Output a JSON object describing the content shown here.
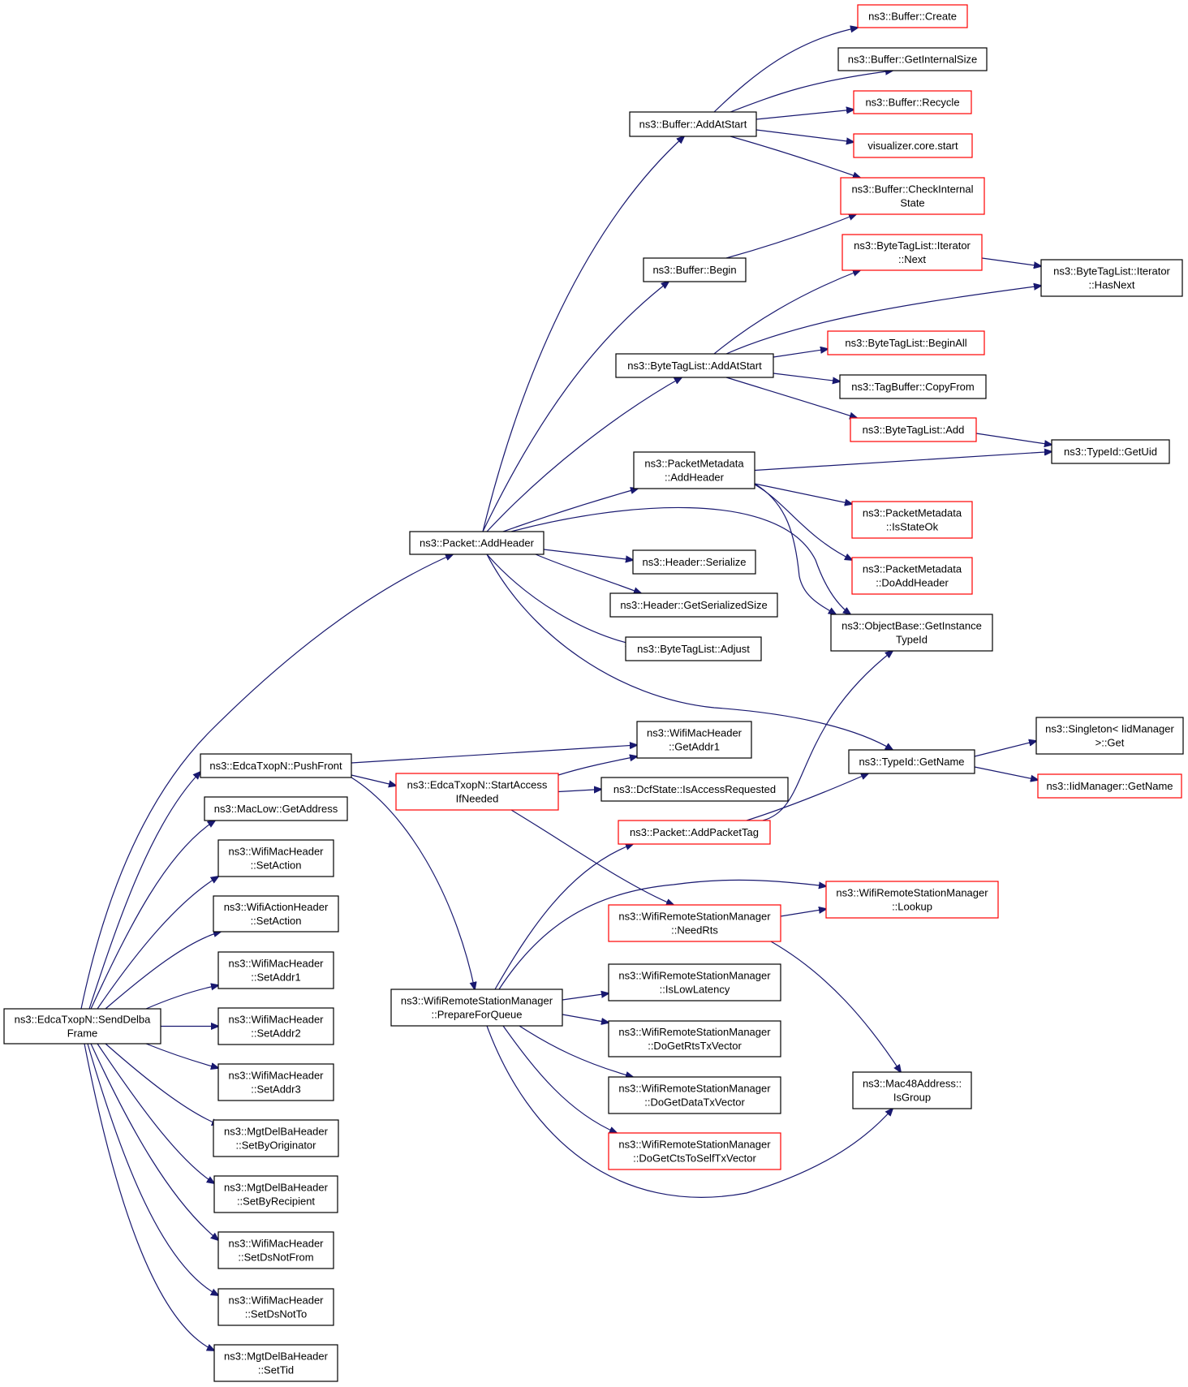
{
  "colors": {
    "edge": "#191970",
    "normal_border": "#000000",
    "truncated_border": "#ff0000",
    "root_fill": "#bfbfbf",
    "background": "#ffffff"
  },
  "nodes": [
    {
      "id": "send_delba",
      "lines": [
        "ns3::EdcaTxopN::SendDelba",
        "Frame"
      ],
      "style": "root"
    },
    {
      "id": "packet_addheader",
      "lines": [
        "ns3::Packet::AddHeader"
      ],
      "style": "normal"
    },
    {
      "id": "edca_pushfront",
      "lines": [
        "ns3::EdcaTxopN::PushFront"
      ],
      "style": "normal"
    },
    {
      "id": "maclow_getaddress",
      "lines": [
        "ns3::MacLow::GetAddress"
      ],
      "style": "normal"
    },
    {
      "id": "wmh_setaction",
      "lines": [
        "ns3::WifiMacHeader",
        "::SetAction"
      ],
      "style": "normal"
    },
    {
      "id": "wah_setaction",
      "lines": [
        "ns3::WifiActionHeader",
        "::SetAction"
      ],
      "style": "normal"
    },
    {
      "id": "wmh_setaddr1",
      "lines": [
        "ns3::WifiMacHeader",
        "::SetAddr1"
      ],
      "style": "normal"
    },
    {
      "id": "wmh_setaddr2",
      "lines": [
        "ns3::WifiMacHeader",
        "::SetAddr2"
      ],
      "style": "normal"
    },
    {
      "id": "wmh_setaddr3",
      "lines": [
        "ns3::WifiMacHeader",
        "::SetAddr3"
      ],
      "style": "normal"
    },
    {
      "id": "mgt_setbyoriginator",
      "lines": [
        "ns3::MgtDelBaHeader",
        "::SetByOriginator"
      ],
      "style": "normal"
    },
    {
      "id": "mgt_setbyrecipient",
      "lines": [
        "ns3::MgtDelBaHeader",
        "::SetByRecipient"
      ],
      "style": "normal"
    },
    {
      "id": "wmh_setdsnotfrom",
      "lines": [
        "ns3::WifiMacHeader",
        "::SetDsNotFrom"
      ],
      "style": "normal"
    },
    {
      "id": "wmh_setdsnotto",
      "lines": [
        "ns3::WifiMacHeader",
        "::SetDsNotTo"
      ],
      "style": "normal"
    },
    {
      "id": "mgt_settid",
      "lines": [
        "ns3::MgtDelBaHeader",
        "::SetTid"
      ],
      "style": "normal"
    },
    {
      "id": "buffer_addatstart",
      "lines": [
        "ns3::Buffer::AddAtStart"
      ],
      "style": "normal"
    },
    {
      "id": "buffer_begin",
      "lines": [
        "ns3::Buffer::Begin"
      ],
      "style": "normal"
    },
    {
      "id": "btl_addatstart",
      "lines": [
        "ns3::ByteTagList::AddAtStart"
      ],
      "style": "normal"
    },
    {
      "id": "pm_addheader",
      "lines": [
        "ns3::PacketMetadata",
        "::AddHeader"
      ],
      "style": "normal"
    },
    {
      "id": "header_serialize",
      "lines": [
        "ns3::Header::Serialize"
      ],
      "style": "normal"
    },
    {
      "id": "header_getserializedsize",
      "lines": [
        "ns3::Header::GetSerializedSize"
      ],
      "style": "normal"
    },
    {
      "id": "btl_adjust",
      "lines": [
        "ns3::ByteTagList::Adjust"
      ],
      "style": "normal"
    },
    {
      "id": "wmh_getaddr1",
      "lines": [
        "ns3::WifiMacHeader",
        "::GetAddr1"
      ],
      "style": "normal"
    },
    {
      "id": "edca_startaccess",
      "lines": [
        "ns3::EdcaTxopN::StartAccess",
        "IfNeeded"
      ],
      "style": "truncated"
    },
    {
      "id": "dcf_isaccessrequested",
      "lines": [
        "ns3::DcfState::IsAccessRequested"
      ],
      "style": "normal"
    },
    {
      "id": "packet_addpackettag",
      "lines": [
        "ns3::Packet::AddPacketTag"
      ],
      "style": "truncated"
    },
    {
      "id": "wrsm_needrts",
      "lines": [
        "ns3::WifiRemoteStationManager",
        "::NeedRts"
      ],
      "style": "truncated"
    },
    {
      "id": "wrsm_prepareforqueue",
      "lines": [
        "ns3::WifiRemoteStationManager",
        "::PrepareForQueue"
      ],
      "style": "normal"
    },
    {
      "id": "wrsm_islowlatency",
      "lines": [
        "ns3::WifiRemoteStationManager",
        "::IsLowLatency"
      ],
      "style": "normal"
    },
    {
      "id": "wrsm_dogetrtstxvector",
      "lines": [
        "ns3::WifiRemoteStationManager",
        "::DoGetRtsTxVector"
      ],
      "style": "normal"
    },
    {
      "id": "wrsm_dogetdatatxvector",
      "lines": [
        "ns3::WifiRemoteStationManager",
        "::DoGetDataTxVector"
      ],
      "style": "normal"
    },
    {
      "id": "wrsm_dogetctstoselftxvector",
      "lines": [
        "ns3::WifiRemoteStationManager",
        "::DoGetCtsToSelfTxVector"
      ],
      "style": "truncated"
    },
    {
      "id": "buffer_create",
      "lines": [
        "ns3::Buffer::Create"
      ],
      "style": "truncated"
    },
    {
      "id": "buffer_getinternalsize",
      "lines": [
        "ns3::Buffer::GetInternalSize"
      ],
      "style": "normal"
    },
    {
      "id": "buffer_recycle",
      "lines": [
        "ns3::Buffer::Recycle"
      ],
      "style": "truncated"
    },
    {
      "id": "visualizer_core_start",
      "lines": [
        "visualizer.core.start"
      ],
      "style": "truncated"
    },
    {
      "id": "buffer_checkinternalstate",
      "lines": [
        "ns3::Buffer::CheckInternal",
        "State"
      ],
      "style": "truncated"
    },
    {
      "id": "btl_iterator_next",
      "lines": [
        "ns3::ByteTagList::Iterator",
        "::Next"
      ],
      "style": "truncated"
    },
    {
      "id": "btl_beginall",
      "lines": [
        "ns3::ByteTagList::BeginAll"
      ],
      "style": "truncated"
    },
    {
      "id": "tagbuffer_copyfrom",
      "lines": [
        "ns3::TagBuffer::CopyFrom"
      ],
      "style": "normal"
    },
    {
      "id": "btl_add",
      "lines": [
        "ns3::ByteTagList::Add"
      ],
      "style": "truncated"
    },
    {
      "id": "pm_isstateok",
      "lines": [
        "ns3::PacketMetadata",
        "::IsStateOk"
      ],
      "style": "truncated"
    },
    {
      "id": "pm_doaddheader",
      "lines": [
        "ns3::PacketMetadata",
        "::DoAddHeader"
      ],
      "style": "truncated"
    },
    {
      "id": "objectbase_getinstancetypeid",
      "lines": [
        "ns3::ObjectBase::GetInstance",
        "TypeId"
      ],
      "style": "normal"
    },
    {
      "id": "typeid_getname",
      "lines": [
        "ns3::TypeId::GetName"
      ],
      "style": "normal"
    },
    {
      "id": "wrsm_lookup",
      "lines": [
        "ns3::WifiRemoteStationManager",
        "::Lookup"
      ],
      "style": "truncated"
    },
    {
      "id": "mac48_isgroup",
      "lines": [
        "ns3::Mac48Address::",
        "IsGroup"
      ],
      "style": "normal"
    },
    {
      "id": "btl_iterator_hasnext",
      "lines": [
        "ns3::ByteTagList::Iterator",
        "::HasNext"
      ],
      "style": "normal"
    },
    {
      "id": "typeid_getuid",
      "lines": [
        "ns3::TypeId::GetUid"
      ],
      "style": "normal"
    },
    {
      "id": "singleton_get",
      "lines": [
        "ns3::Singleton< IidManager",
        ">::Get"
      ],
      "style": "normal"
    },
    {
      "id": "iidmanager_getname",
      "lines": [
        "ns3::IidManager::GetName"
      ],
      "style": "truncated"
    }
  ]
}
